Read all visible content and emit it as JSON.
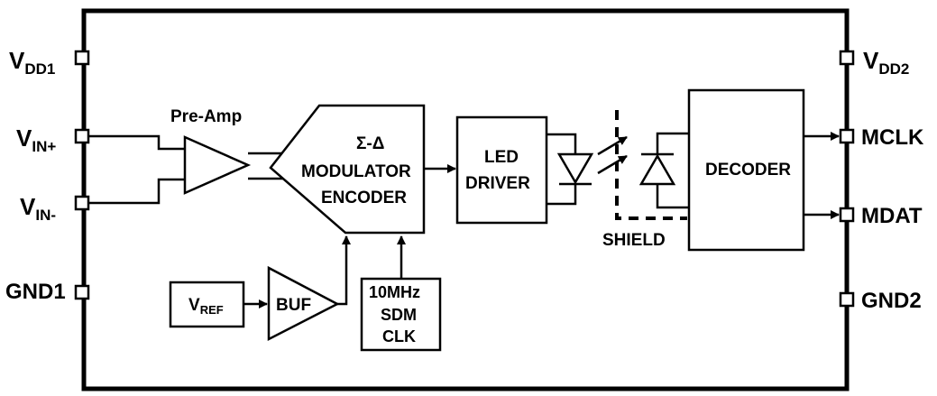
{
  "pins": {
    "vdd1": {
      "main": "V",
      "sub": "DD1"
    },
    "vin_plus": {
      "main": "V",
      "sub": "IN+"
    },
    "vin_minus": {
      "main": "V",
      "sub": "IN-"
    },
    "gnd1": {
      "main": "GND1"
    },
    "vdd2": {
      "main": "V",
      "sub": "DD2"
    },
    "mclk": {
      "main": "MCLK"
    },
    "mdat": {
      "main": "MDAT"
    },
    "gnd2": {
      "main": "GND2"
    }
  },
  "blocks": {
    "preamp": {
      "label": "Pre-Amp"
    },
    "modulator": {
      "line1": "Σ-Δ",
      "line2": "MODULATOR",
      "line3": "ENCODER"
    },
    "led_driver": {
      "line1": "LED",
      "line2": "DRIVER"
    },
    "decoder": {
      "label": "DECODER"
    },
    "vref": {
      "main": "V",
      "sub": "REF"
    },
    "buf": {
      "label": "BUF"
    },
    "clock": {
      "line1": "10MHz",
      "line2": "SDM",
      "line3": "CLK"
    },
    "shield": {
      "label": "SHIELD"
    }
  }
}
